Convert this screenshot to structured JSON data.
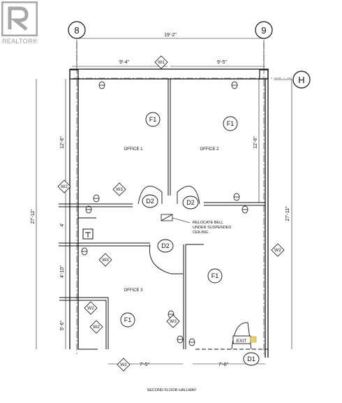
{
  "logo": {
    "brand": "REALTOR",
    "trademark": "®",
    "color": "#a7a7a7"
  },
  "grid": {
    "left": "8",
    "right": "9",
    "row": "H"
  },
  "dimensions": {
    "total_width": "19'-2\"",
    "left_upper": "9'-4\"",
    "right_upper": "9'-5\"",
    "left_height": "27'-11\"",
    "right_height": "27'-11\"",
    "office_depth_left": "12'-6\"",
    "office_depth_right": "12'-6\"",
    "corridor": "4'",
    "office3_upper": "4'-10\"",
    "office3_lower": "5'-6\"",
    "bottom_left": "7'-5\"",
    "bottom_right": "7'-6\""
  },
  "rooms": {
    "office1": "OFFICE 1",
    "office2": "OFFICE 2",
    "office3": "OFFICE 3"
  },
  "tags": {
    "f1": "F1",
    "d1": "D1",
    "d2": "D2",
    "w1": "W1",
    "w2": "W2",
    "w3": "W3"
  },
  "note": {
    "line1": "RELOCATE BELL",
    "line2": "UNDER SUSPENDED",
    "line3": "CEILING"
  },
  "exit_sign": "EXIT",
  "hallway": "SECOND FLOOR HALLWAY"
}
